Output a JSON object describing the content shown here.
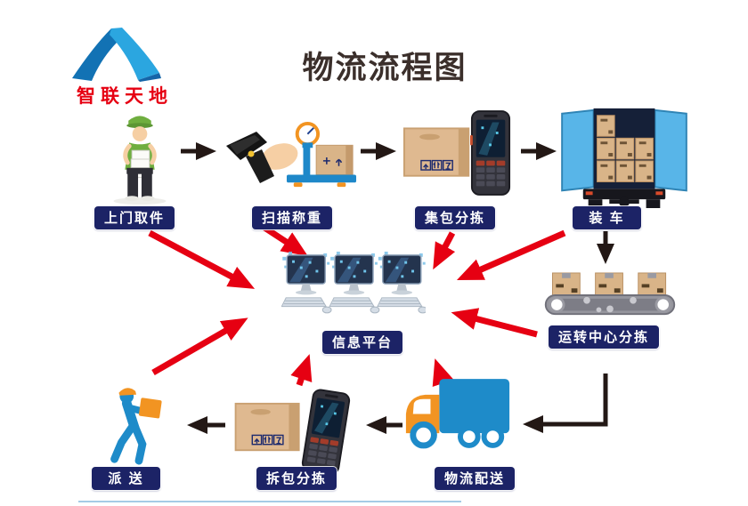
{
  "title": "物流流程图",
  "logo": {
    "brand": "智联天地"
  },
  "nodes": {
    "pickup": {
      "label": "上门取件"
    },
    "scan_weigh": {
      "label": "扫描称重"
    },
    "bag_sort": {
      "label": "集包分拣"
    },
    "load_truck": {
      "label": "装 车"
    },
    "transfer_sort": {
      "label": "运转中心分拣"
    },
    "info_platform": {
      "label": "信息平台"
    },
    "dispatch": {
      "label": "派 送"
    },
    "unpack_sort": {
      "label": "拆包分拣"
    },
    "logistics": {
      "label": "物流配送"
    }
  },
  "edges": {
    "process_flow": [
      "上门取件 → 扫描称重",
      "扫描称重 → 集包分拣",
      "集包分拣 → 装 车",
      "装 车 → 运转中心分拣",
      "运转中心分拣 → 物流配送",
      "物流配送 → 拆包分拣",
      "拆包分拣 → 派 送"
    ],
    "red_links_to_platform": [
      "上门取件",
      "扫描称重",
      "集包分拣",
      "装 车",
      "运转中心分拣",
      "物流配送",
      "拆包分拣",
      "派 送"
    ]
  },
  "colors": {
    "label_bg": "#1c2366",
    "arrow_red": "#e60012",
    "arrow_black": "#231815",
    "logo_red": "#e60012",
    "title_color": "#3b2f2b",
    "logo_blue_dark": "#1272b4",
    "logo_blue_light": "#2ba6e0"
  }
}
